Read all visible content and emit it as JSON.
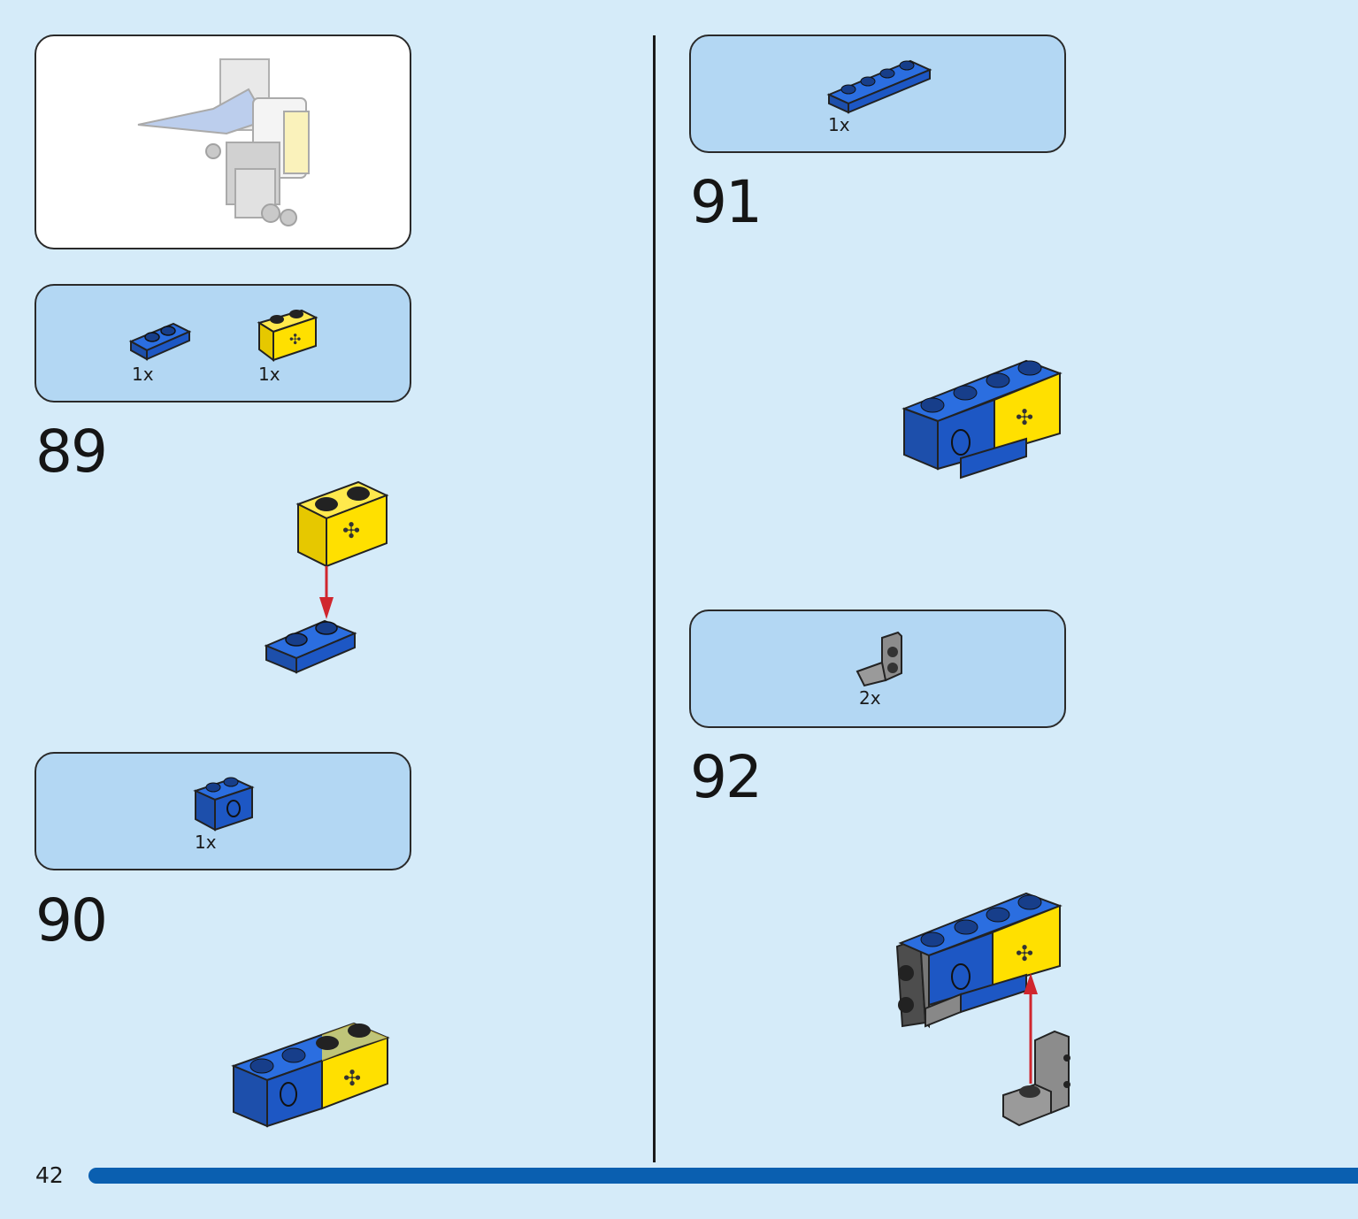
{
  "page": {
    "number": "42"
  },
  "colors": {
    "background": "#d5ebf9",
    "parts_box": "#b3d7f3",
    "accent_bar": "#0a5fb0",
    "blue_brick": "#1d57c4",
    "yellow_brick": "#ffe000",
    "gray_bracket": "#7d7d7d",
    "arrow": "#d0262e"
  },
  "steps": [
    {
      "number": "89",
      "parts": [
        {
          "name": "blue-plate-1x2",
          "qty": "1x"
        },
        {
          "name": "yellow-technic-brick-axle",
          "qty": "1x"
        }
      ]
    },
    {
      "number": "90",
      "parts": [
        {
          "name": "blue-technic-brick-hole",
          "qty": "1x"
        }
      ]
    },
    {
      "number": "91",
      "parts": [
        {
          "name": "blue-plate-1x4",
          "qty": "1x"
        }
      ]
    },
    {
      "number": "92",
      "parts": [
        {
          "name": "gray-bracket",
          "qty": "2x"
        }
      ]
    }
  ]
}
